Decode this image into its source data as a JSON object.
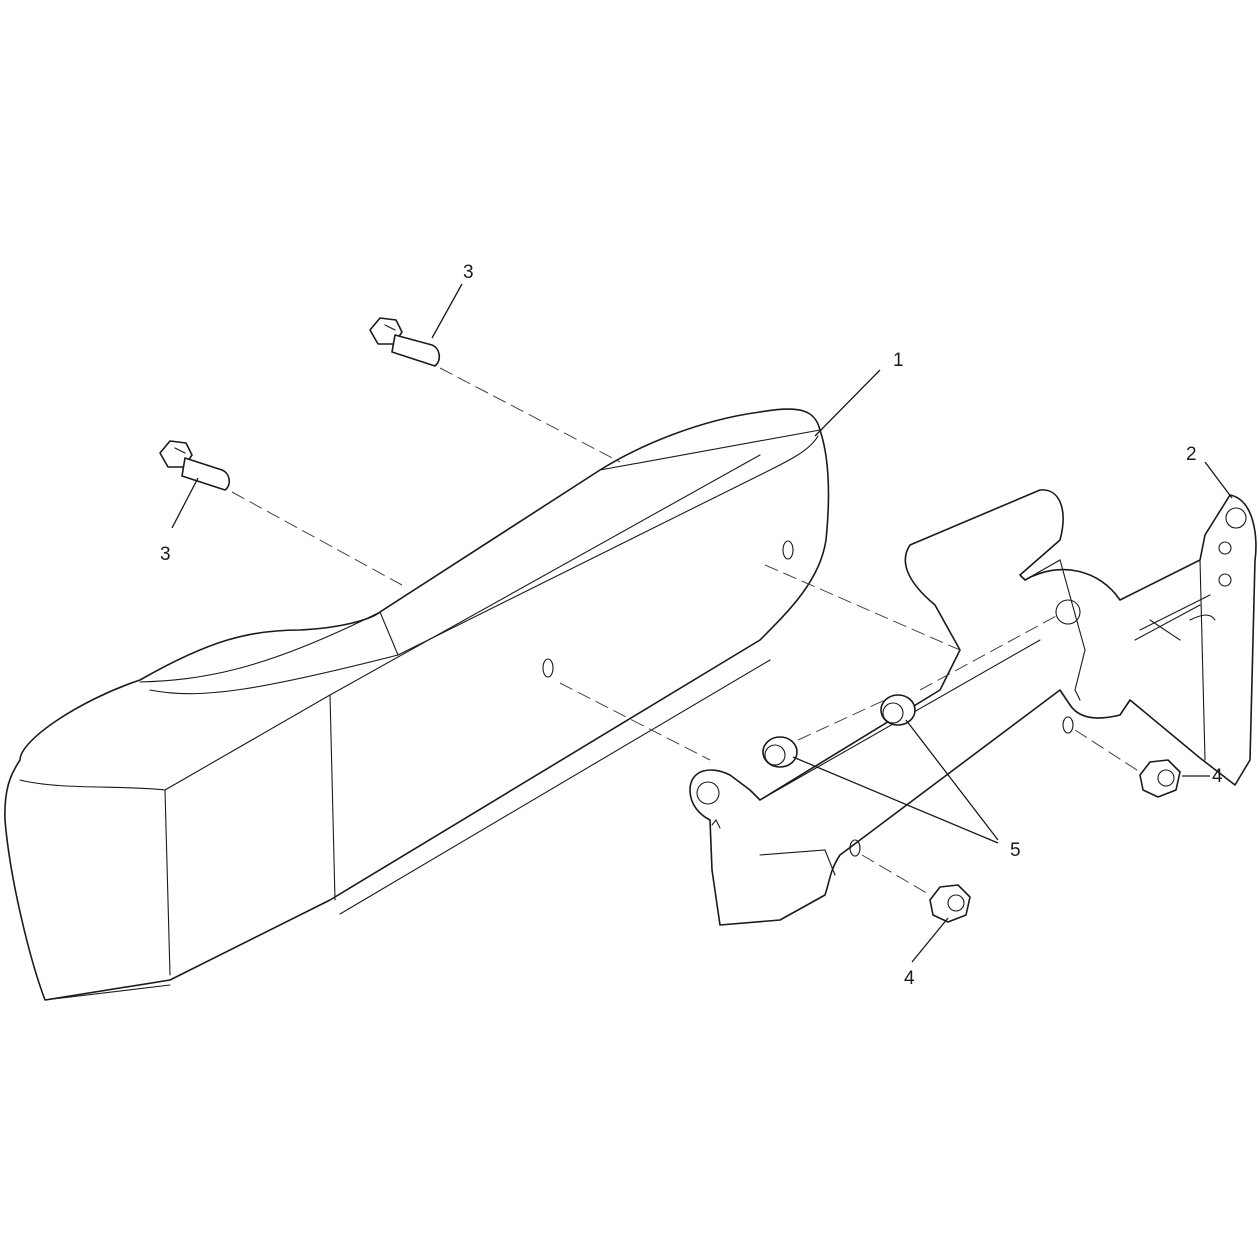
{
  "callouts": {
    "c1": "1",
    "c2": "2",
    "c3a": "3",
    "c3b": "3",
    "c4a": "4",
    "c4b": "4",
    "c5": "5"
  },
  "colors": {
    "line": "#1a1a1a",
    "background": "#ffffff"
  }
}
